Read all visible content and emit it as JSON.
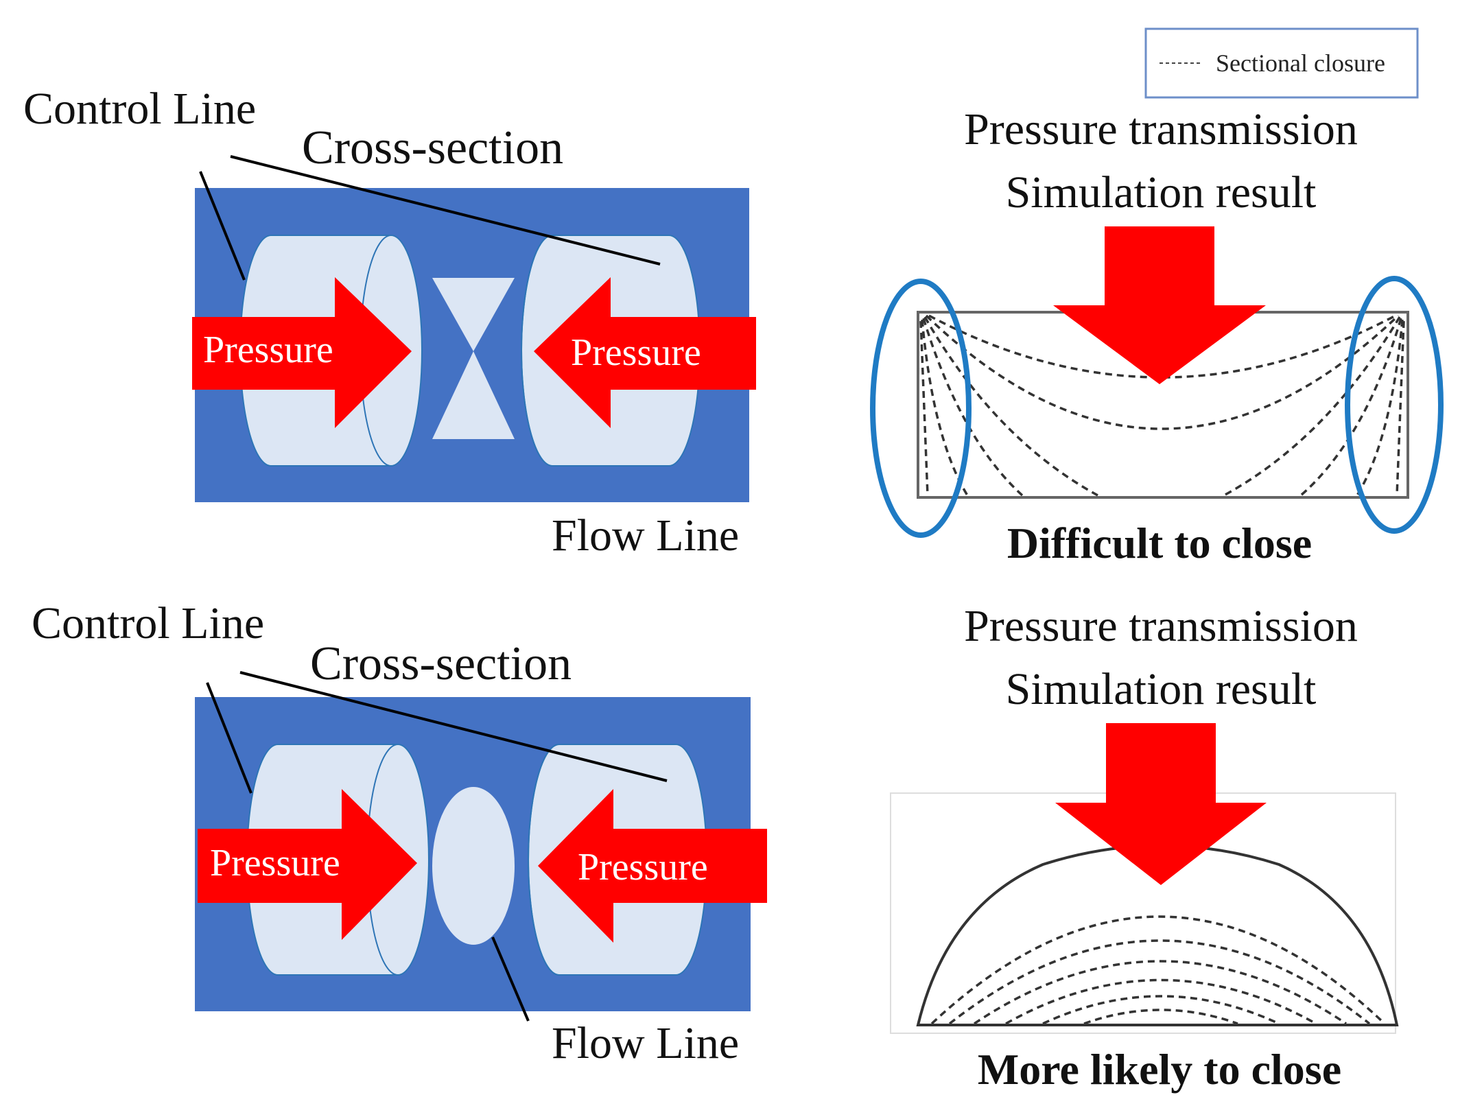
{
  "legend": {
    "label": "Sectional closure"
  },
  "colors": {
    "valve_body": "#4472C4",
    "chamber_fill": "#DCE6F4",
    "arrow": "#FF0000",
    "ellipse_marker": "#1F7BC4",
    "line": "#000000"
  },
  "top_valve": {
    "control_line": "Control Line",
    "cross_section": "Cross-section",
    "flow_line": "Flow Line",
    "pressure_left": "Pressure",
    "pressure_right": "Pressure"
  },
  "bottom_valve": {
    "control_line": "Control Line",
    "cross_section": "Cross-section",
    "flow_line": "Flow Line",
    "pressure_left": "Pressure",
    "pressure_right": "Pressure"
  },
  "top_sim": {
    "title_line1": "Pressure transmission",
    "title_line2": "Simulation result",
    "caption": "Difficult to close"
  },
  "bottom_sim": {
    "title_line1": "Pressure transmission",
    "title_line2": "Simulation result",
    "caption": "More likely to close"
  }
}
